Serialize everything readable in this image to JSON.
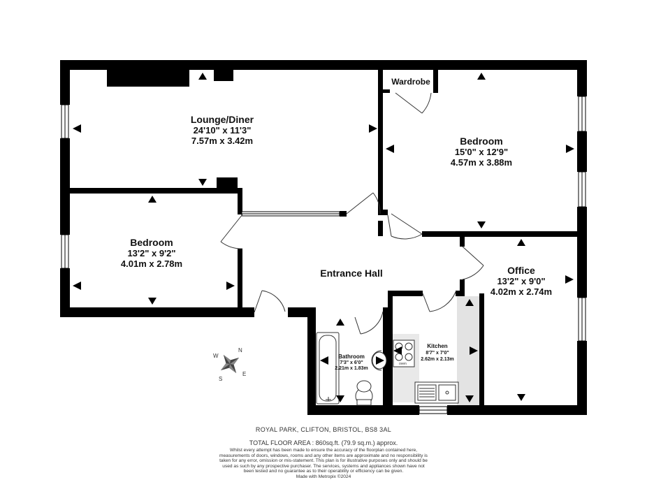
{
  "rooms": {
    "lounge": {
      "name": "Lounge/Diner",
      "dim_imperial": "24'10\"  x 11'3\"",
      "dim_metric": "7.57m  x 3.42m"
    },
    "wardrobe": {
      "name": "Wardrobe"
    },
    "bedroom1": {
      "name": "Bedroom",
      "dim_imperial": "15'0\"  x 12'9\"",
      "dim_metric": "4.57m  x 3.88m"
    },
    "bedroom2": {
      "name": "Bedroom",
      "dim_imperial": "13'2\"  x 9'2\"",
      "dim_metric": "4.01m  x 2.78m"
    },
    "hall": {
      "name": "Entrance Hall"
    },
    "office": {
      "name": "Office",
      "dim_imperial": "13'2\"  x 9'0\"",
      "dim_metric": "4.02m  x 2.74m"
    },
    "bathroom": {
      "name": "Bathroom",
      "dim_imperial": "7'3\"  x 6'0\"",
      "dim_metric": "2.21m  x 1.83m"
    },
    "kitchen": {
      "name": "Kitchen",
      "dim_imperial": "8'7\"  x 7'0\"",
      "dim_metric": "2.62m  x 2.13m"
    }
  },
  "compass": {
    "n": "N",
    "e": "E",
    "s": "S",
    "w": "W"
  },
  "oven_label": "oven",
  "footer": {
    "address": "ROYAL PARK, CLIFTON, BRISTOL, BS8 3AL",
    "total_area": "TOTAL FLOOR AREA : 860sq.ft. (79.9 sq.m.) approx.",
    "disclaimer": "Whilst every attempt has been made to ensure the accuracy of the floorplan contained here, measurements of doors, windows, rooms and any other items are approximate and no responsibility is taken for any error, omission or mis-statement. This plan is for illustrative purposes only and should be used as such by any prospective purchaser. The services, systems and appliances shown have not been tested and no guarantee as to their operability or efficiency can be given.",
    "made_with": "Made with Metropix ©2024"
  },
  "colors": {
    "wall": "#000000",
    "kitchen_floor": "#e5e5e5",
    "text": "#111111"
  }
}
